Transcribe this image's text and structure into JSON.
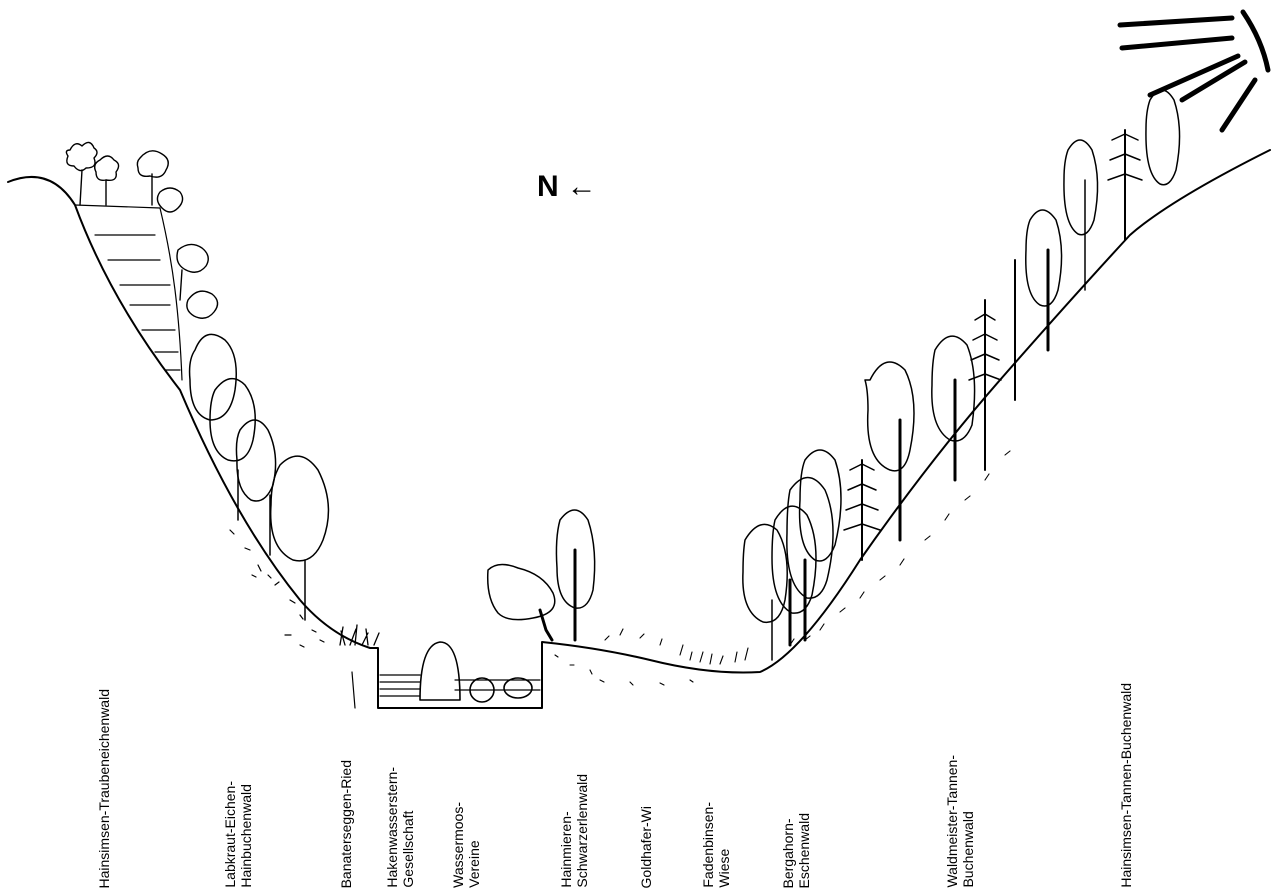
{
  "compass": {
    "letter": "N",
    "arrow": "←"
  },
  "labels": [
    "Hainsimsen-Traubeneichenwald",
    "Labkraut-Eichen-\nHainbuchenwald",
    "Banaterseggen-Ried",
    "Hakenwasserstern-\nGesellschaft",
    "Wassermoos-\nVereine",
    "Hainmieren-\nSchwarzerlenwald",
    "Goldhafer-Wi",
    "Fadenbinsen-\nWiese",
    "Bergahorn-\nEschenwald",
    "Waldmeister-Tannen-\nBuchenwald",
    "Hainsimsen-Tannen-Buchenwald"
  ]
}
